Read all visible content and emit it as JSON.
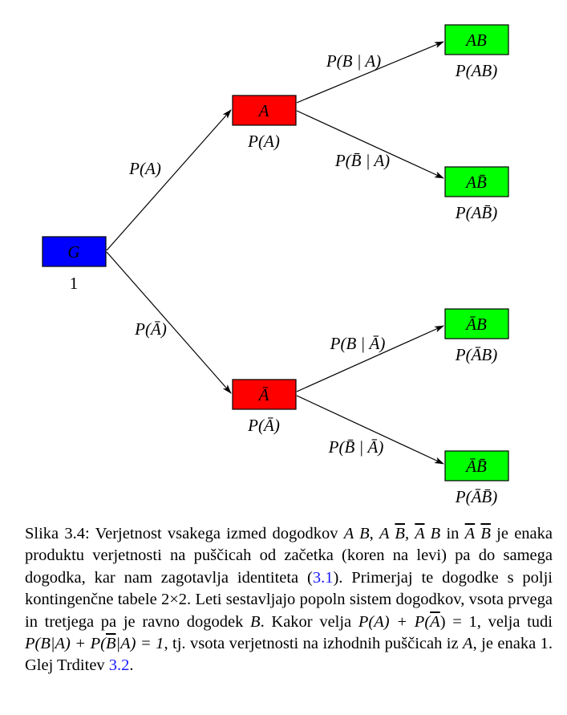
{
  "diagram": {
    "nodes": {
      "root": {
        "label": "G",
        "prob": "1",
        "color": "#0000ff"
      },
      "a": {
        "label": "A",
        "prob": "P(A)",
        "color": "#ff0000"
      },
      "na": {
        "label": "Ā",
        "prob": "P(Ā)",
        "color": "#ff0000"
      },
      "ab": {
        "label": "AB",
        "prob": "P(AB)",
        "color": "#00ff00"
      },
      "anb": {
        "label": "AB̄",
        "prob": "P(AB̄)",
        "color": "#00ff00"
      },
      "nab": {
        "label": "ĀB",
        "prob": "P(ĀB)",
        "color": "#00ff00"
      },
      "nanb": {
        "label": "ĀB̄",
        "prob": "P(ĀB̄)",
        "color": "#00ff00"
      }
    },
    "edges": {
      "g_a": "P(A)",
      "g_na": "P(Ā)",
      "a_ab": "P(B | A)",
      "a_anb": "P(B̄ | A)",
      "na_nab": "P(B | Ā)",
      "na_nanb": "P(B̄ | Ā)"
    }
  },
  "caption": {
    "fig": "Slika 3.4:",
    "t1": " Verjetnost vsakega izmed dogodkov ",
    "e1": "A B",
    "sep1": ", ",
    "e2a": "A ",
    "e2b": "B",
    "sep2": ", ",
    "e3a": "A",
    "e3b": " B",
    "t2": " in ",
    "e4a": "A",
    "e4b": "B",
    "t3": " je enaka produktu verjetnosti na puščicah od začetka (koren na levi) pa do samega dogodka, kar nam zagotavlja identiteta (",
    "ref1": "3.1",
    "t4": "). Primerjaj te dogodke s polji kontingenčne tabele 2×2. Leti sestavljajo popoln sistem dogodkov, vsota prvega in tretjega pa je ravno dogodek ",
    "e5": "B",
    "t5": ". Kakor velja ",
    "m1": "P(A) + P(",
    "m1o": "A",
    "m1e": ") = 1",
    "t6": ", velja tudi ",
    "m2": "P(B|A) + P(",
    "m2o": "B",
    "m2e": "|A) = 1",
    "t7": ", tj. vsota verjetnosti na izhodnih puščicah iz ",
    "e6": "A",
    "t8": ", je enaka 1. Glej Trditev ",
    "ref2": "3.2",
    "t9": "."
  }
}
